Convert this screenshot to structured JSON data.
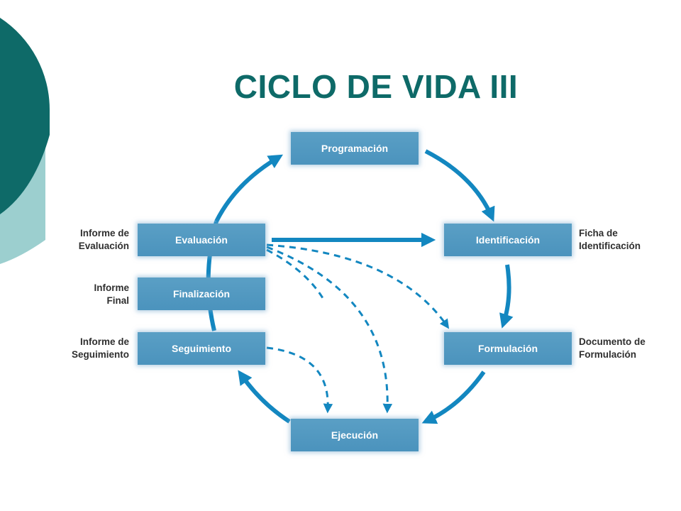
{
  "title": "CICLO DE VIDA III",
  "colors": {
    "title": "#0e6a68",
    "box_fill": "#4f97c0",
    "arrow": "#1387c0",
    "deco_dark": "#0e6a68",
    "deco_light": "#9ccfcf",
    "doc_text": "#2f2f2f"
  },
  "stages": {
    "programacion": "Programación",
    "identificacion": "Identificación",
    "formulacion": "Formulación",
    "ejecucion": "Ejecución",
    "seguimiento": "Seguimiento",
    "finalizacion": "Finalización",
    "evaluacion": "Evaluación"
  },
  "documents": {
    "evaluacion": [
      "Informe de",
      "Evaluación"
    ],
    "finalizacion": [
      "Informe",
      "Final"
    ],
    "seguimiento": [
      "Informe de",
      "Seguimiento"
    ],
    "identificacion": [
      "Ficha de",
      "Identificación"
    ],
    "formulacion": [
      "Documento de",
      "Formulación"
    ]
  }
}
